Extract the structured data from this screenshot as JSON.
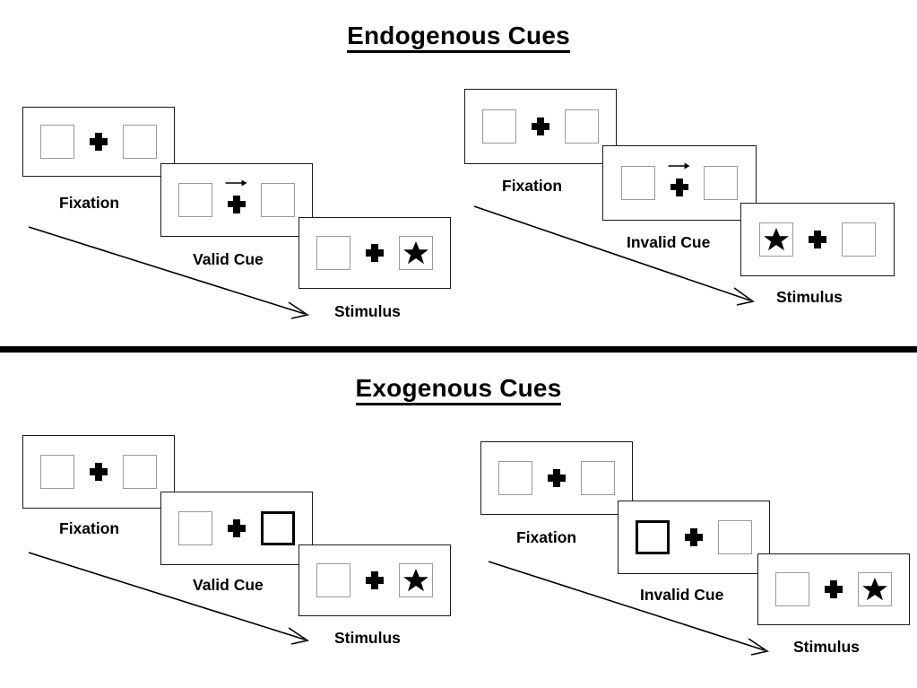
{
  "figure": {
    "sections": [
      {
        "id": "endogenous",
        "title": "Endogenous Cues",
        "cue_type": "arrow",
        "groups": [
          {
            "id": "endogenous-valid",
            "frames": [
              {
                "id": "fixation",
                "caption": "Fixation",
                "cue": "none",
                "cued_side": "none",
                "stimulus_side": "none"
              },
              {
                "id": "cue",
                "caption": "Valid Cue",
                "cue": "arrow-right",
                "cued_side": "right",
                "stimulus_side": "none"
              },
              {
                "id": "stimulus",
                "caption": "Stimulus",
                "cue": "none",
                "cued_side": "none",
                "stimulus_side": "right"
              }
            ]
          },
          {
            "id": "endogenous-invalid",
            "frames": [
              {
                "id": "fixation",
                "caption": "Fixation",
                "cue": "none",
                "cued_side": "none",
                "stimulus_side": "none"
              },
              {
                "id": "cue",
                "caption": "Invalid Cue",
                "cue": "arrow-right",
                "cued_side": "right",
                "stimulus_side": "none"
              },
              {
                "id": "stimulus",
                "caption": "Stimulus",
                "cue": "none",
                "cued_side": "none",
                "stimulus_side": "left"
              }
            ]
          }
        ]
      },
      {
        "id": "exogenous",
        "title": "Exogenous Cues",
        "cue_type": "box-highlight",
        "groups": [
          {
            "id": "exogenous-valid",
            "frames": [
              {
                "id": "fixation",
                "caption": "Fixation",
                "cue": "none",
                "cued_side": "none",
                "stimulus_side": "none"
              },
              {
                "id": "cue",
                "caption": "Valid Cue",
                "cue": "box-highlight",
                "cued_side": "right",
                "stimulus_side": "none"
              },
              {
                "id": "stimulus",
                "caption": "Stimulus",
                "cue": "none",
                "cued_side": "none",
                "stimulus_side": "right"
              }
            ]
          },
          {
            "id": "exogenous-invalid",
            "frames": [
              {
                "id": "fixation",
                "caption": "Fixation",
                "cue": "none",
                "cued_side": "none",
                "stimulus_side": "none"
              },
              {
                "id": "cue",
                "caption": "Invalid Cue",
                "cue": "box-highlight",
                "cued_side": "left",
                "stimulus_side": "none"
              },
              {
                "id": "stimulus",
                "caption": "Stimulus",
                "cue": "none",
                "cued_side": "none",
                "stimulus_side": "right"
              }
            ]
          }
        ]
      }
    ],
    "symbols": {
      "fixation_cross": "bold-plus",
      "stimulus": "black-star",
      "time_arrow": "diagonal-arrow-down-right"
    },
    "colors": {
      "ink": "#000000",
      "panel_border": "#1a1a1a",
      "box_border": "#9a9a9a",
      "cued_box_border": "#000000",
      "background": "#ffffff"
    }
  }
}
